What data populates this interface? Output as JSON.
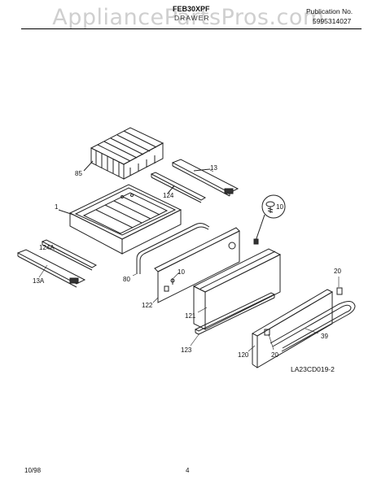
{
  "watermark": "AppliancePartsPros.com",
  "header": {
    "model": "FEB30XPF",
    "section": "DRAWER",
    "publication_label": "Publication No.",
    "publication_number": "5995314027"
  },
  "callouts": {
    "p85": "85",
    "p13": "13",
    "p124": "124",
    "p1": "1",
    "p10a": "10",
    "p124A": "124A",
    "p13A": "13A",
    "p80": "80",
    "p10b": "10",
    "p122": "122",
    "p20a": "20",
    "p121": "121",
    "p39": "39",
    "p123": "123",
    "p120": "120",
    "p20b": "20"
  },
  "figure_code": "LA23CD019-2",
  "footer": {
    "date": "10/98",
    "page": "4"
  }
}
